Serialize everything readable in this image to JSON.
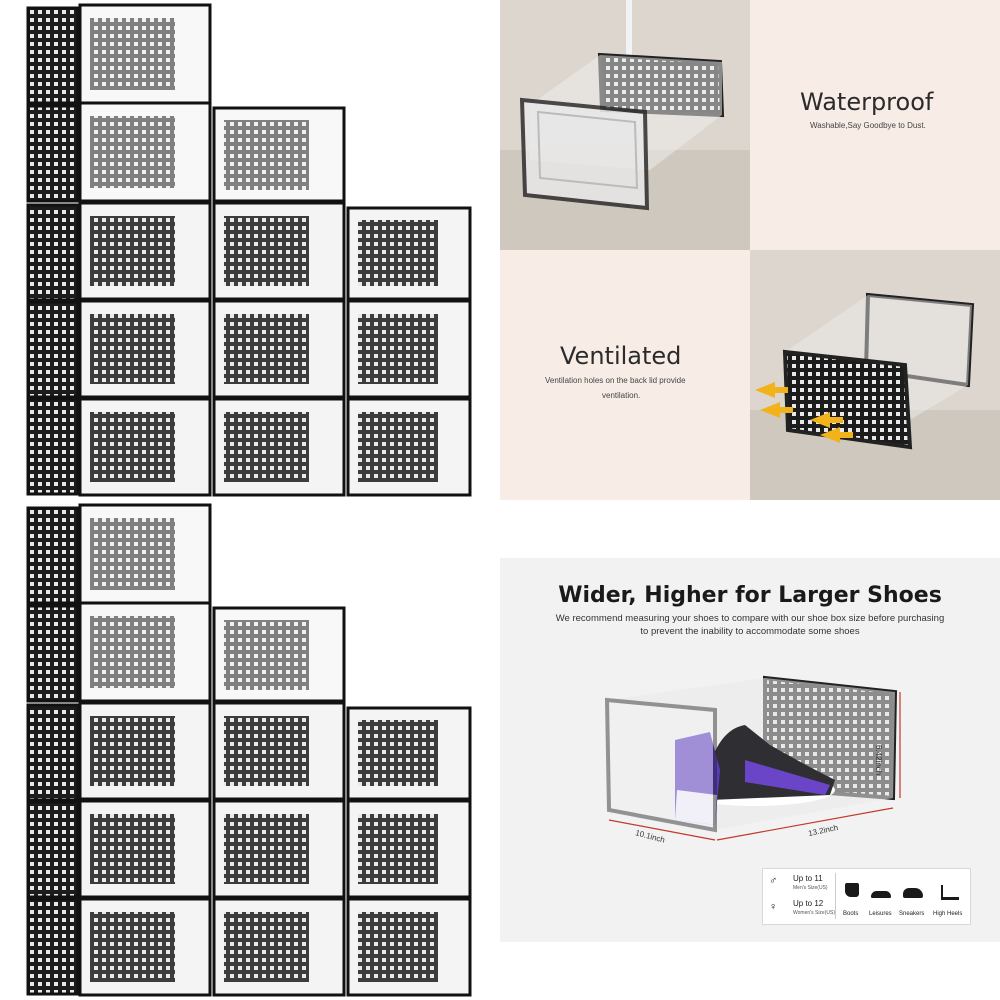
{
  "waterproof": {
    "title": "Waterproof",
    "subtitle": "Washable,Say Goodbye to Dust."
  },
  "ventilated": {
    "title": "Ventilated",
    "subtitle_line1": "Ventilation holes on the back lid provide",
    "subtitle_line2": "ventilation."
  },
  "dimensions": {
    "title": "Wider, Higher for Larger Shoes",
    "desc_line1": "We recommend measuring your shoes to compare with our shoe box size before purchasing",
    "desc_line2": "to prevent the inability to accommodate some shoes",
    "height_label": "6.42inch",
    "width_label": "10.1inch",
    "depth_label": "13.2inch"
  },
  "size_legend": {
    "men": {
      "label": "Up to 11",
      "sub": "Men's Size(US)"
    },
    "women": {
      "label": "Up to 12",
      "sub": "Women's Size(US)"
    },
    "shoe_types": [
      "Boots",
      "Leisures",
      "Sneakers",
      "High Heels"
    ]
  },
  "colors": {
    "box_frame": "#1f1f1f",
    "waterproof_bg": "#f6ece6",
    "ventilated_bg": "#f6ece6",
    "arrow": "#f2b21c",
    "dimension_line": "#c0392b"
  }
}
